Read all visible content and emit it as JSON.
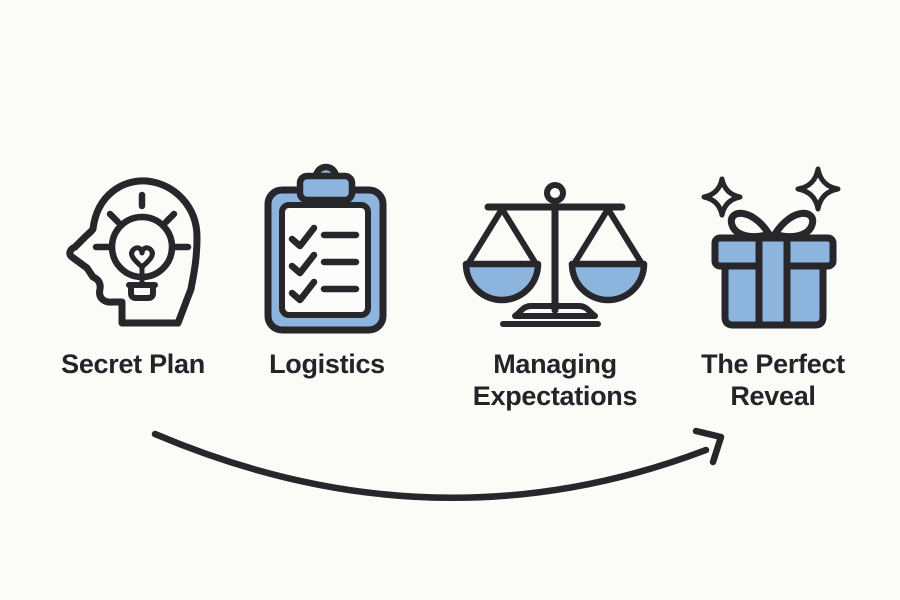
{
  "colors": {
    "background": "#FBFBF8",
    "outline": "#26262B",
    "accent_blue": "#8DB4DC",
    "paper_white": "#FCFCFA",
    "text": "#232328"
  },
  "steps": [
    {
      "id": "secret-plan",
      "label": "Secret Plan",
      "icon": "head-lightbulb-icon"
    },
    {
      "id": "logistics",
      "label": "Logistics",
      "icon": "clipboard-checklist-icon"
    },
    {
      "id": "managing-expectations",
      "label": "Managing Expectations",
      "icon": "balance-scale-icon"
    },
    {
      "id": "the-perfect-reveal",
      "label": "The Perfect Reveal",
      "icon": "gift-sparkles-icon"
    }
  ],
  "arrow": {
    "from": "Secret Plan",
    "to": "The Perfect Reveal",
    "style": "hand-drawn curve, left to right"
  }
}
